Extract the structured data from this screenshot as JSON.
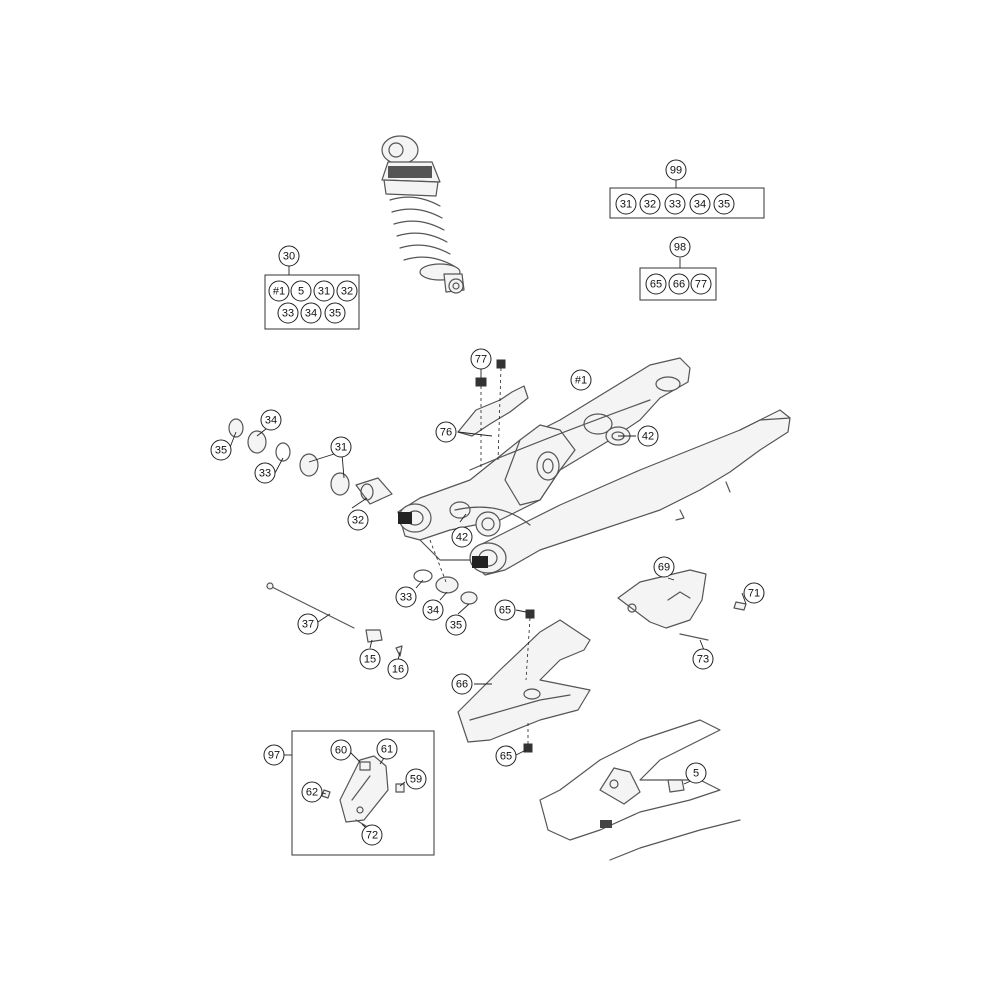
{
  "callouts": [
    {
      "label": "99"
    },
    {
      "label": "31"
    },
    {
      "label": "32"
    },
    {
      "label": "33"
    },
    {
      "label": "34"
    },
    {
      "label": "35"
    },
    {
      "label": "98"
    },
    {
      "label": "65"
    },
    {
      "label": "66"
    },
    {
      "label": "77"
    },
    {
      "label": "30"
    },
    {
      "label": "#1"
    },
    {
      "label": "5"
    },
    {
      "label": "31"
    },
    {
      "label": "32"
    },
    {
      "label": "33"
    },
    {
      "label": "34"
    },
    {
      "label": "35"
    },
    {
      "label": "77"
    },
    {
      "label": "#1"
    },
    {
      "label": "76"
    },
    {
      "label": "42"
    },
    {
      "label": "34"
    },
    {
      "label": "35"
    },
    {
      "label": "31"
    },
    {
      "label": "33"
    },
    {
      "label": "32"
    },
    {
      "label": "42"
    },
    {
      "label": "33"
    },
    {
      "label": "34"
    },
    {
      "label": "35"
    },
    {
      "label": "69"
    },
    {
      "label": "71"
    },
    {
      "label": "73"
    },
    {
      "label": "65"
    },
    {
      "label": "37"
    },
    {
      "label": "15"
    },
    {
      "label": "16"
    },
    {
      "label": "66"
    },
    {
      "label": "65"
    },
    {
      "label": "97"
    },
    {
      "label": "60"
    },
    {
      "label": "61"
    },
    {
      "label": "59"
    },
    {
      "label": "62"
    },
    {
      "label": "72"
    },
    {
      "label": "5"
    }
  ]
}
